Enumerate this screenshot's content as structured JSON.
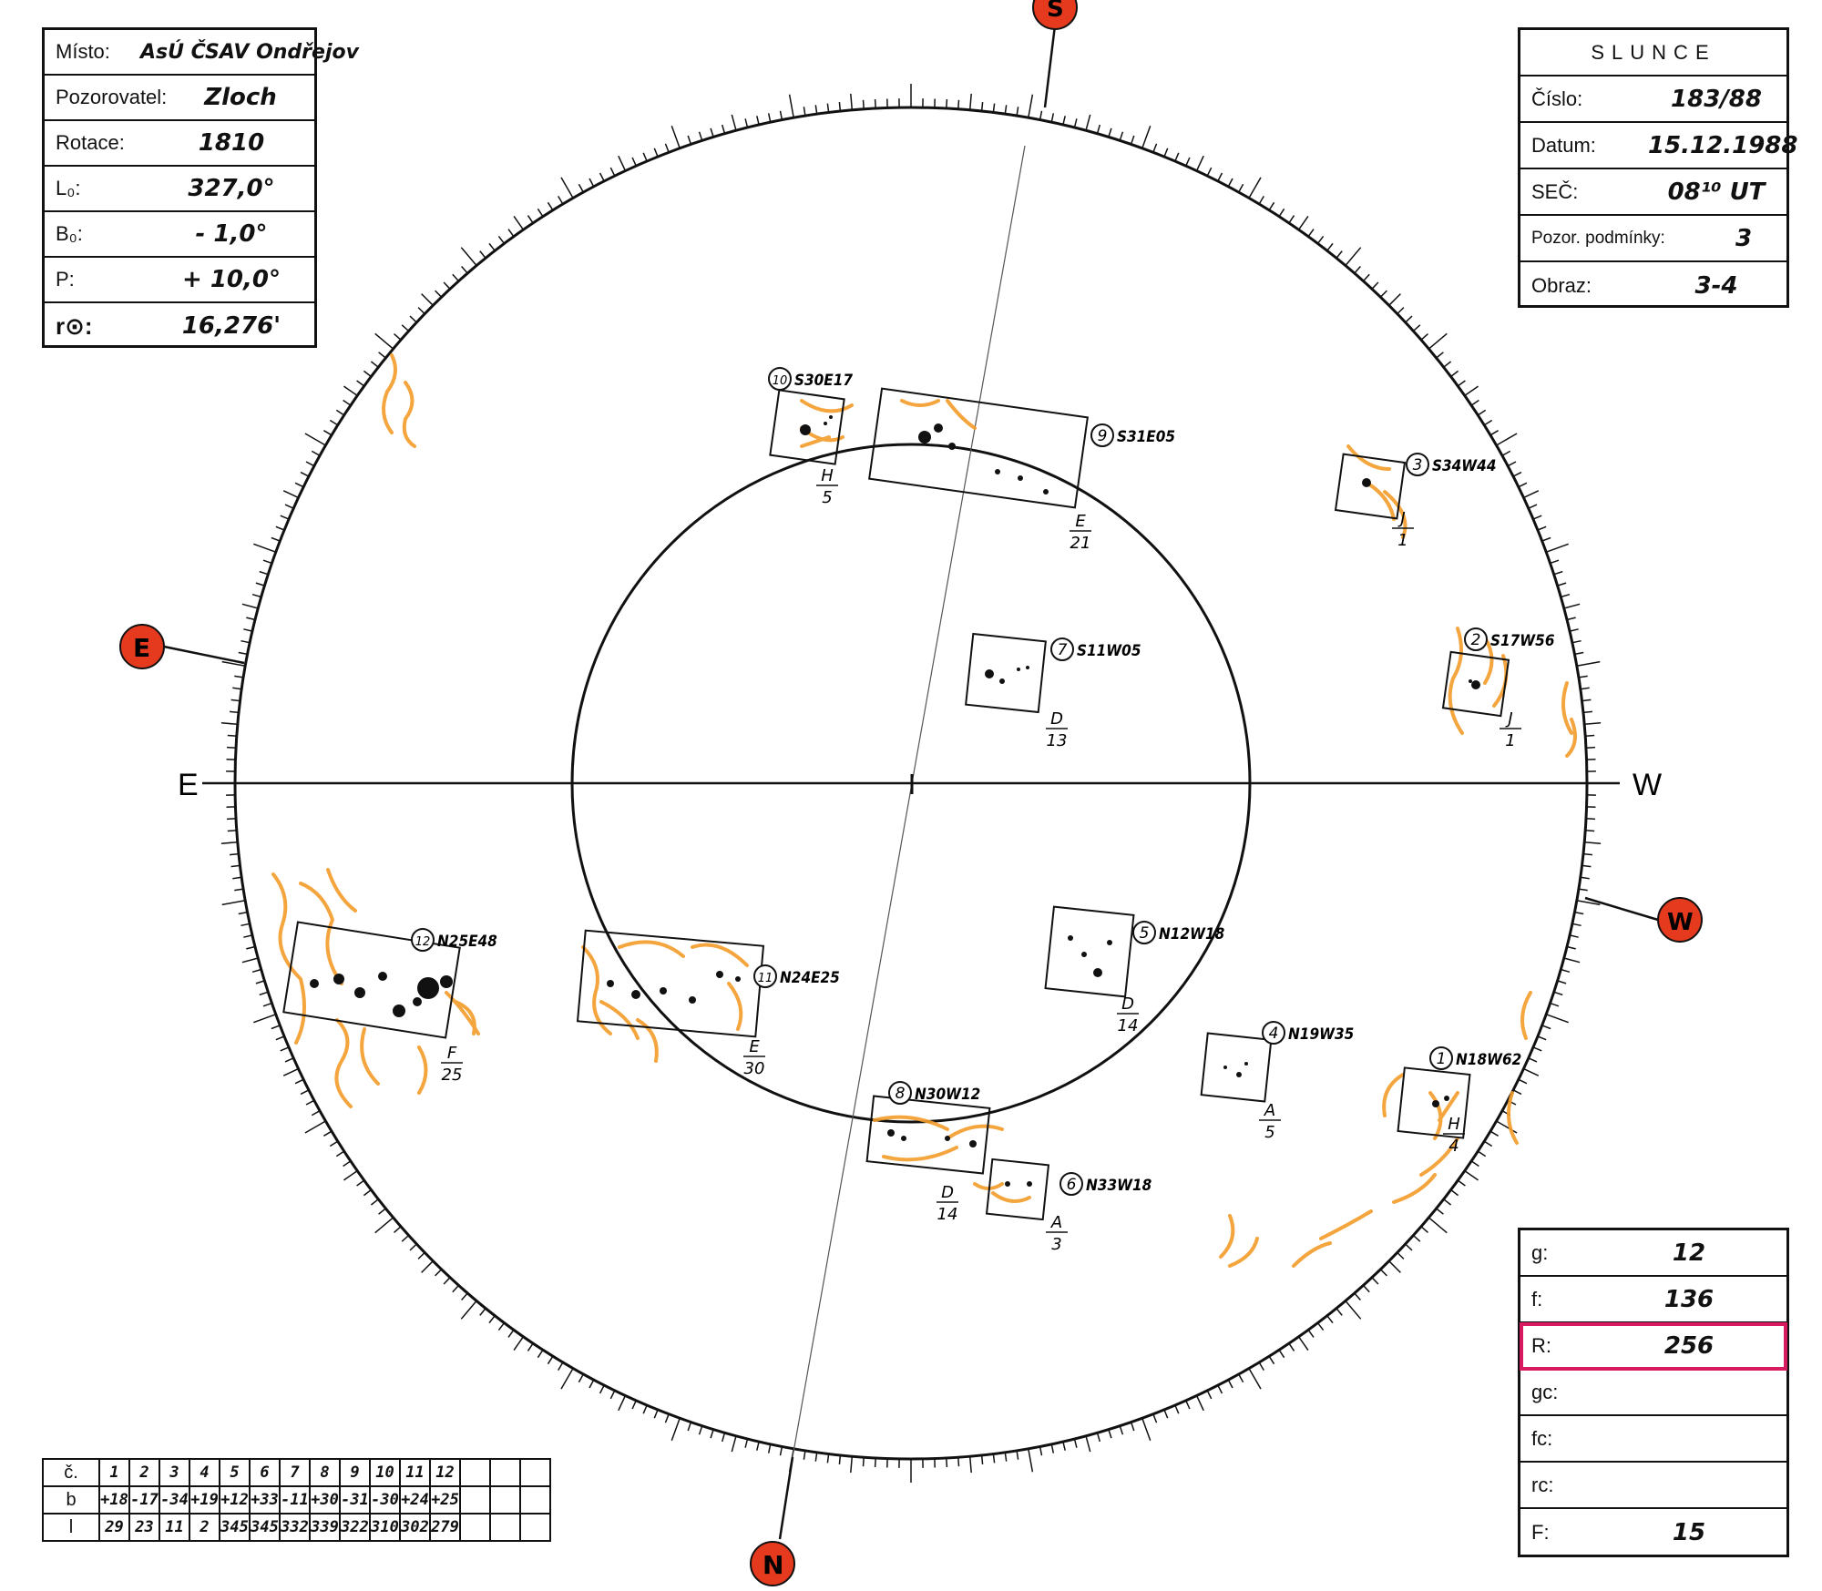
{
  "left_box": {
    "rows": [
      {
        "label": "Místo:",
        "value": "AsÚ ČSAV Ondřejov"
      },
      {
        "label": "Pozorovatel:",
        "value": "Zloch"
      },
      {
        "label": "Rotace:",
        "value": "1810"
      },
      {
        "label": "L₀:",
        "value": "327,0°"
      },
      {
        "label": "B₀:",
        "value": "- 1,0°"
      },
      {
        "label": "P:",
        "value": "+ 10,0°"
      },
      {
        "label": "r⊙:",
        "value": "16,276'"
      }
    ]
  },
  "right_box": {
    "title": "SLUNCE",
    "rows": [
      {
        "label": "Číslo:",
        "value": "183/88"
      },
      {
        "label": "Datum:",
        "value": "15.12.1988"
      },
      {
        "label": "SEČ:",
        "value": "08¹⁰ UT"
      },
      {
        "label": "Pozor. podmínky:",
        "value": "3"
      },
      {
        "label": "Obraz:",
        "value": "3-4"
      }
    ]
  },
  "stat_box": {
    "rows": [
      {
        "label": "g:",
        "value": "12"
      },
      {
        "label": "f:",
        "value": "136"
      },
      {
        "label": "R:",
        "value": "256"
      },
      {
        "label": "gc:",
        "value": ""
      },
      {
        "label": "fc:",
        "value": ""
      },
      {
        "label": "rc:",
        "value": ""
      },
      {
        "label": "F:",
        "value": "15"
      }
    ]
  },
  "directions": {
    "east": "E",
    "west": "W",
    "marker_e": "E",
    "marker_w": "W",
    "marker_n": "N",
    "marker_s": "S"
  },
  "groups": [
    {
      "id": "1",
      "coords": "N18W62",
      "class": "H",
      "count": "4"
    },
    {
      "id": "2",
      "coords": "S17W56",
      "class": "J",
      "count": "1"
    },
    {
      "id": "3",
      "coords": "S34W44",
      "class": "J",
      "count": "1"
    },
    {
      "id": "4",
      "coords": "N19W35",
      "class": "A",
      "count": "5"
    },
    {
      "id": "5",
      "coords": "N12W18",
      "class": "D",
      "count": "14"
    },
    {
      "id": "6",
      "coords": "N33W18",
      "class": "A",
      "count": "3"
    },
    {
      "id": "7",
      "coords": "S11W05",
      "class": "D",
      "count": "13"
    },
    {
      "id": "8",
      "coords": "N30W12",
      "class": "D",
      "count": "14"
    },
    {
      "id": "9",
      "coords": "S31E05",
      "class": "E",
      "count": "21"
    },
    {
      "id": "10",
      "coords": "S30E17",
      "class": "H",
      "count": "5"
    },
    {
      "id": "11",
      "coords": "N24E25",
      "class": "E",
      "count": "30"
    },
    {
      "id": "12",
      "coords": "N25E48",
      "class": "F",
      "count": "25"
    }
  ],
  "table": {
    "headers": [
      "č.",
      "b",
      "l"
    ],
    "numbers": [
      "1",
      "2",
      "3",
      "4",
      "5",
      "6",
      "7",
      "8",
      "9",
      "10",
      "11",
      "12"
    ],
    "b": [
      "+18",
      "-17",
      "-34",
      "+19",
      "+12",
      "+33",
      "-11",
      "+30",
      "-31",
      "-30",
      "+24",
      "+25"
    ],
    "l": [
      "29",
      "23",
      "11",
      "2",
      "345",
      "345",
      "332",
      "339",
      "322",
      "310",
      "302",
      "279"
    ]
  },
  "colors": {
    "ink": "#111111",
    "faculae": "#f39c2a",
    "marker": "#e53a1e",
    "highlight": "#d81b60"
  }
}
